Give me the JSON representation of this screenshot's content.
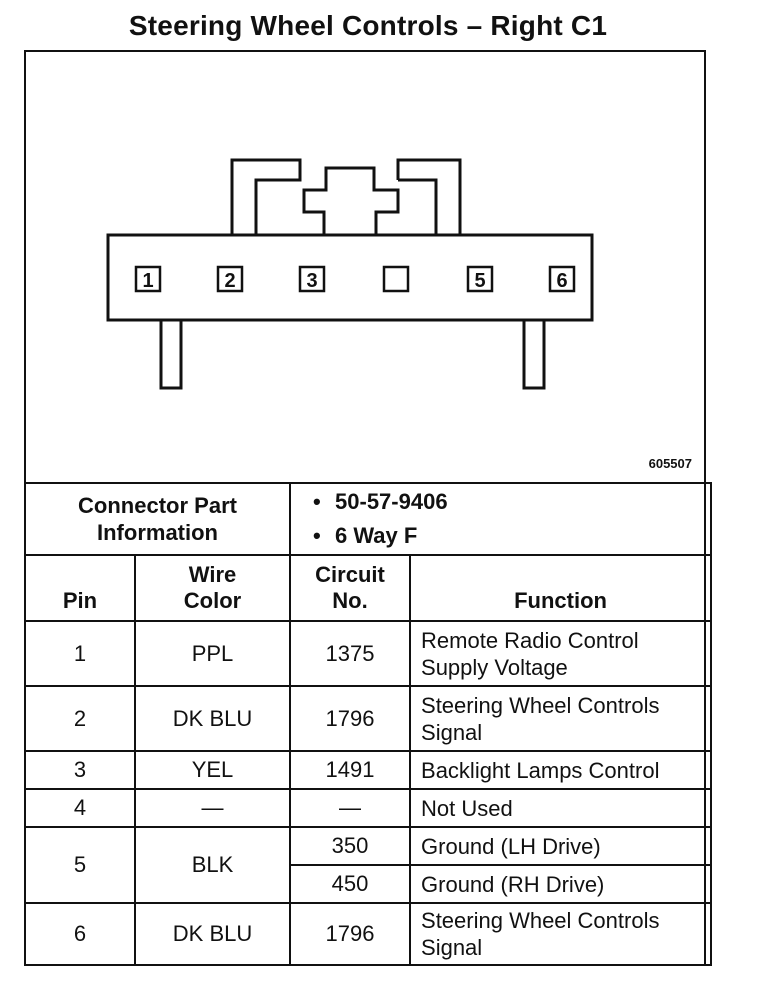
{
  "title": "Steering Wheel Controls – Right C1",
  "figure_number": "605507",
  "pin_labels": [
    "1",
    "2",
    "3",
    "",
    "5",
    "6"
  ],
  "connector_info": {
    "label_line1": "Connector Part",
    "label_line2": "Information",
    "values": [
      "50-57-9406",
      "6 Way F"
    ]
  },
  "headers": {
    "pin": "Pin",
    "wire_line1": "Wire",
    "wire_line2": "Color",
    "circuit_line1": "Circuit",
    "circuit_line2": "No.",
    "function": "Function"
  },
  "rows": [
    {
      "pin": "1",
      "color": "PPL",
      "circuit": "1375",
      "function_line1": "Remote Radio Control",
      "function_line2": "Supply Voltage"
    },
    {
      "pin": "2",
      "color": "DK BLU",
      "circuit": "1796",
      "function_line1": "Steering Wheel Controls",
      "function_line2": "Signal"
    },
    {
      "pin": "3",
      "color": "YEL",
      "circuit": "1491",
      "function_line1": "Backlight Lamps Control"
    },
    {
      "pin": "4",
      "color": "—",
      "circuit": "—",
      "function_line1": "Not Used"
    },
    {
      "pin": "5",
      "color": "BLK",
      "circuit_a": "350",
      "function_a": "Ground (LH Drive)",
      "circuit_b": "450",
      "function_b": "Ground (RH Drive)"
    },
    {
      "pin": "6",
      "color": "DK BLU",
      "circuit": "1796",
      "function_line1": "Steering Wheel Controls",
      "function_line2": "Signal"
    }
  ]
}
